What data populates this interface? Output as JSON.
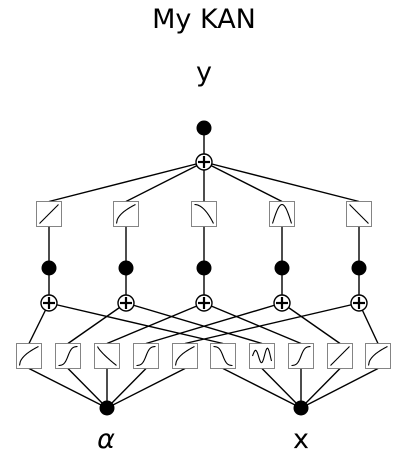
{
  "title": "My KAN",
  "output": {
    "label": "y"
  },
  "inputs": [
    {
      "label": "α"
    },
    {
      "label": "x"
    }
  ],
  "hidden_neurons": 5,
  "layer0_activations": [
    {
      "from": 0,
      "to": 0,
      "shape": "rise-concave"
    },
    {
      "from": 0,
      "to": 1,
      "shape": "rise-s"
    },
    {
      "from": 0,
      "to": 2,
      "shape": "fall"
    },
    {
      "from": 0,
      "to": 3,
      "shape": "rise-s"
    },
    {
      "from": 0,
      "to": 4,
      "shape": "rise-concave"
    },
    {
      "from": 1,
      "to": 0,
      "shape": "fall-s"
    },
    {
      "from": 1,
      "to": 1,
      "shape": "oscillate"
    },
    {
      "from": 1,
      "to": 2,
      "shape": "rise-s"
    },
    {
      "from": 1,
      "to": 3,
      "shape": "rise-linear"
    },
    {
      "from": 1,
      "to": 4,
      "shape": "rise-concave"
    }
  ],
  "layer1_activations": [
    {
      "from": 0,
      "shape": "rise-linear"
    },
    {
      "from": 1,
      "shape": "rise-concave"
    },
    {
      "from": 2,
      "shape": "fall-concave"
    },
    {
      "from": 3,
      "shape": "bump"
    },
    {
      "from": 4,
      "shape": "fall-linear"
    }
  ]
}
